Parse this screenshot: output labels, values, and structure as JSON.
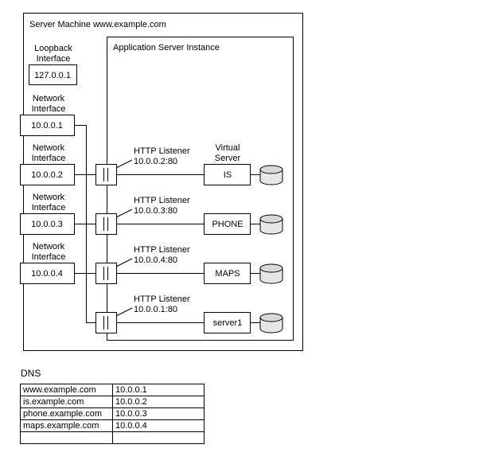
{
  "server_machine": {
    "label": "Server Machine www.example.com"
  },
  "loopback": {
    "label_line1": "Loopback",
    "label_line2": "Interface",
    "address": "127.0.0.1"
  },
  "app_server": {
    "label": "Application Server Instance"
  },
  "network_interfaces": [
    {
      "label_line1": "Network",
      "label_line2": "Interface",
      "address": "10.0.0.1"
    },
    {
      "label_line1": "Network",
      "label_line2": "Interface",
      "address": "10.0.0.2"
    },
    {
      "label_line1": "Network",
      "label_line2": "Interface",
      "address": "10.0.0.3"
    },
    {
      "label_line1": "Network",
      "label_line2": "Interface",
      "address": "10.0.0.4"
    }
  ],
  "virtual_server_header": {
    "line1": "Virtual",
    "line2": "Server"
  },
  "listeners": [
    {
      "title": "HTTP Listener",
      "address": "10.0.0.2:80",
      "virtual_server": "IS"
    },
    {
      "title": "HTTP Listener",
      "address": "10.0.0.3:80",
      "virtual_server": "PHONE"
    },
    {
      "title": "HTTP Listener",
      "address": "10.0.0.4:80",
      "virtual_server": "MAPS"
    },
    {
      "title": "HTTP Listener",
      "address": "10.0.0.1:80",
      "virtual_server": "server1"
    }
  ],
  "dns": {
    "title": "DNS",
    "rows": [
      {
        "host": "www.example.com",
        "ip": "10.0.0.1"
      },
      {
        "host": "is.example.com",
        "ip": "10.0.0.2"
      },
      {
        "host": "phone.example.com",
        "ip": "10.0.0.3"
      },
      {
        "host": "maps.example.com",
        "ip": "10.0.0.4"
      },
      {
        "host": "",
        "ip": ""
      }
    ]
  }
}
